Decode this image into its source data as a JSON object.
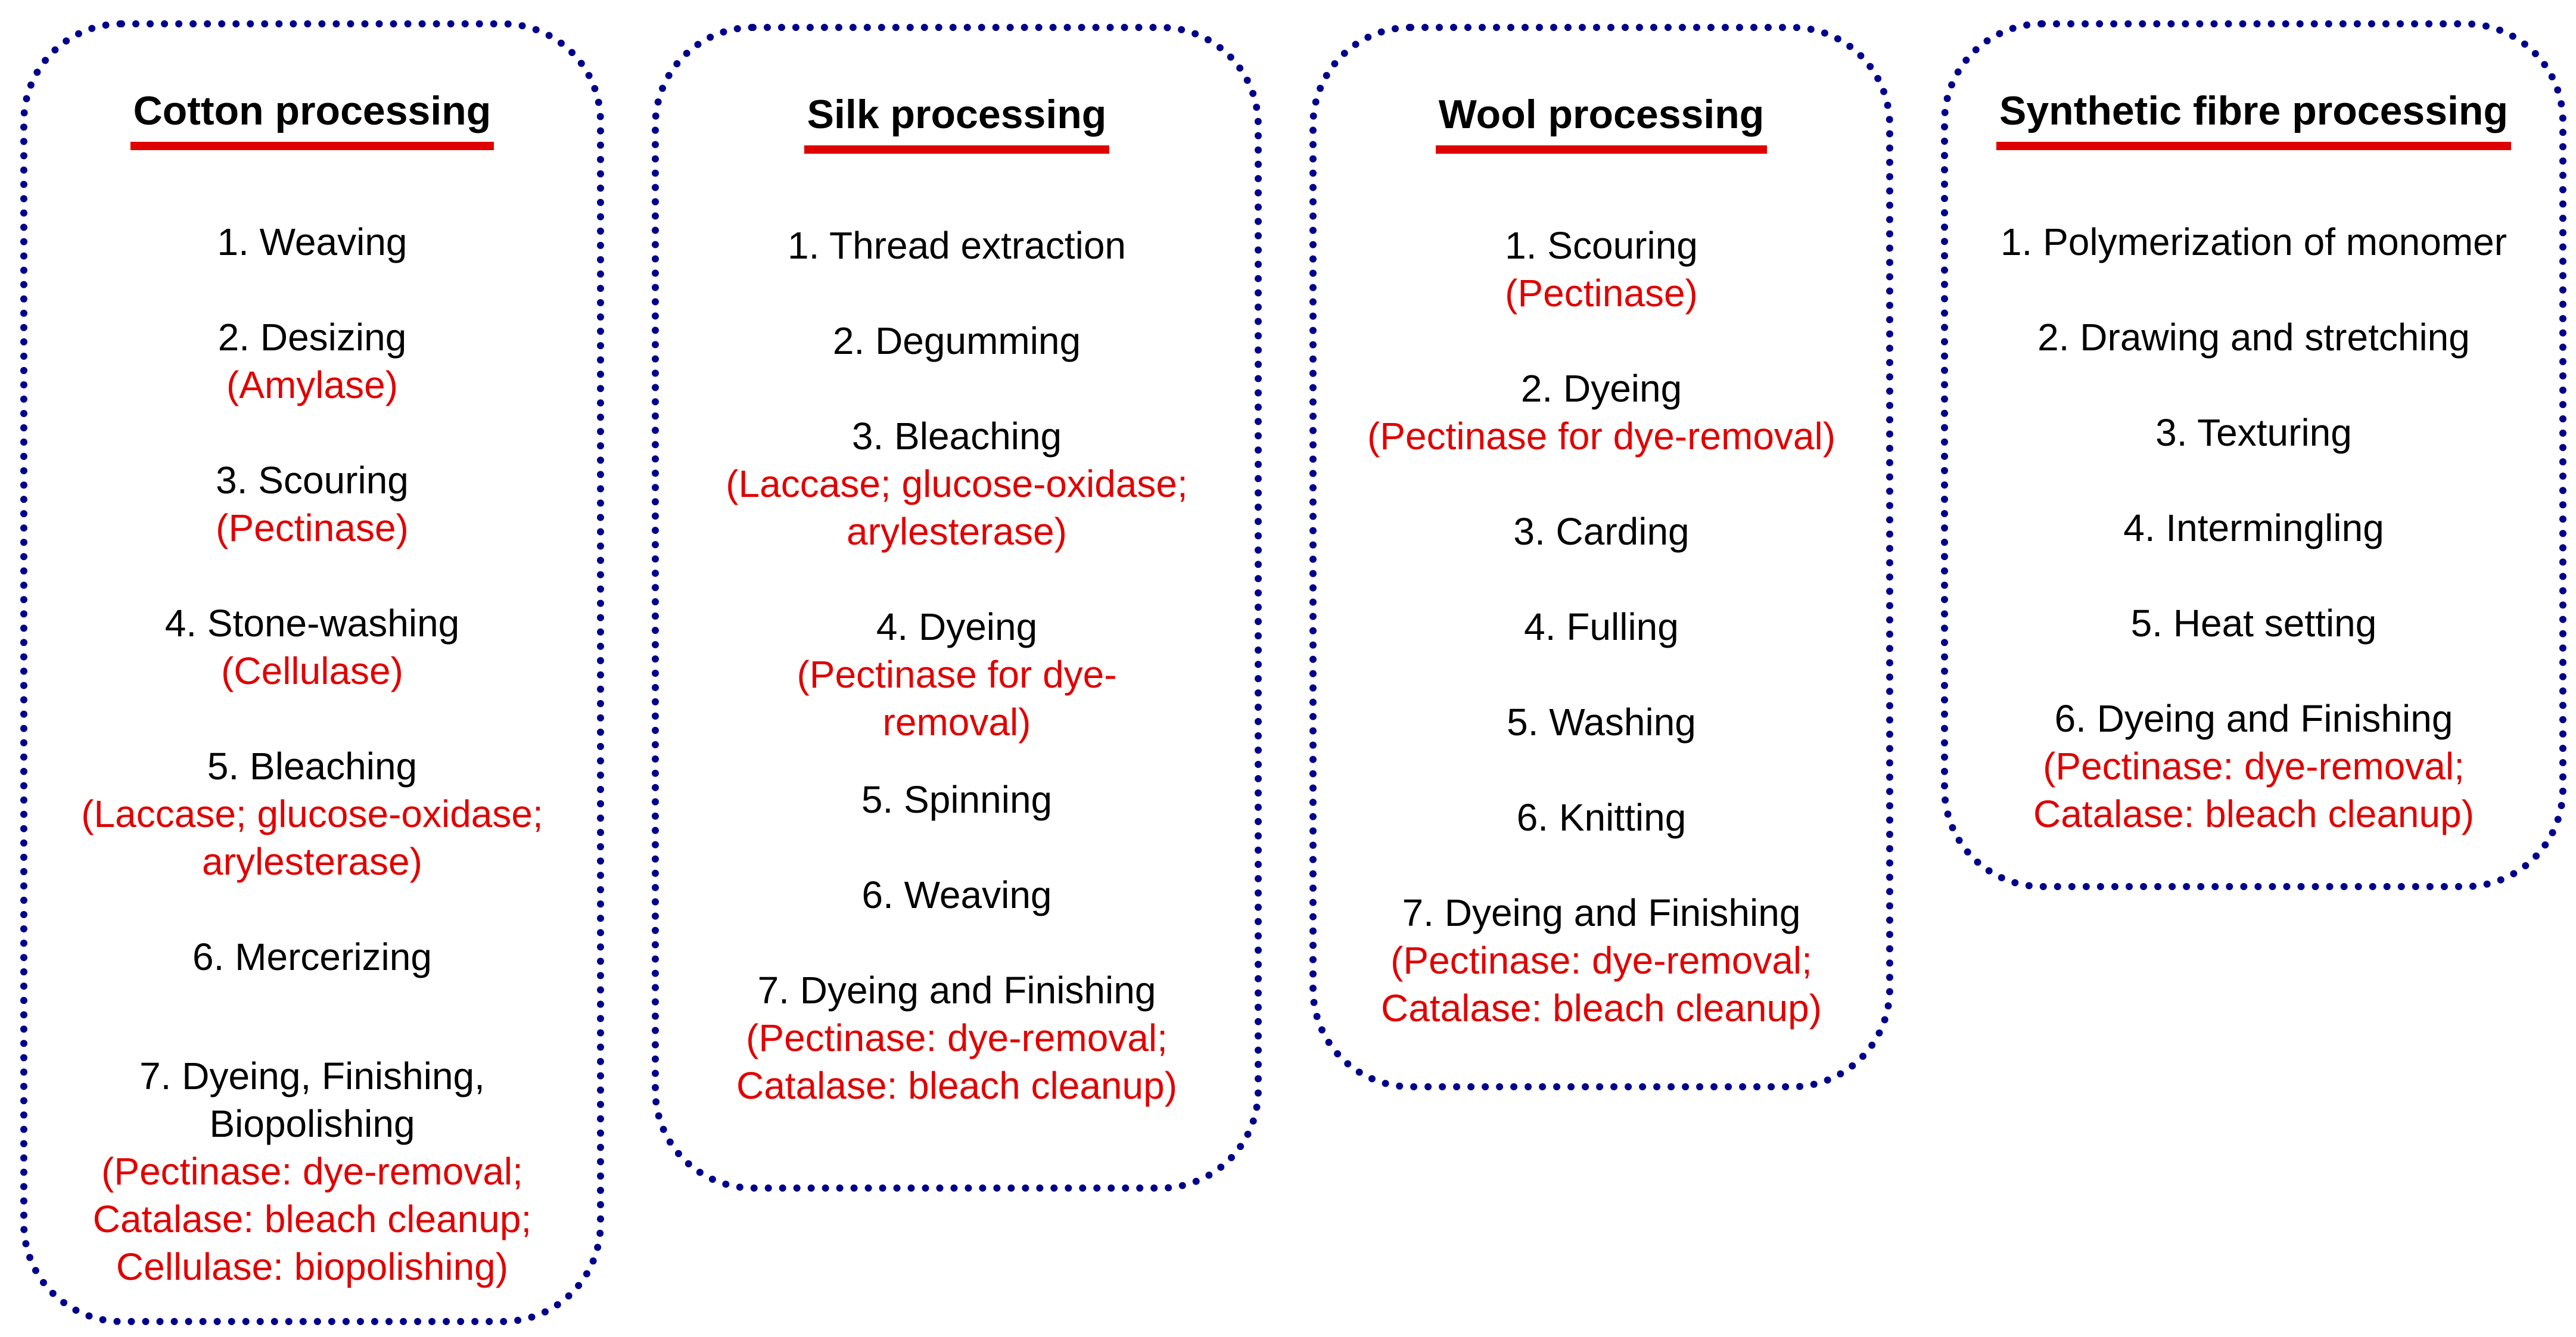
{
  "colors": {
    "border": "#00008B",
    "accent": "#E00000",
    "text": "#000000",
    "background": "#FFFFFF"
  },
  "panels": [
    {
      "title": "Cotton processing",
      "steps": [
        {
          "label": "1. Weaving",
          "enzyme": []
        },
        {
          "label": "2. Desizing",
          "enzyme": [
            "(Amylase)"
          ]
        },
        {
          "label": "3. Scouring",
          "enzyme": [
            "(Pectinase)"
          ]
        },
        {
          "label": "4. Stone-washing",
          "enzyme": [
            "(Cellulase)"
          ]
        },
        {
          "label": "5. Bleaching",
          "enzyme": [
            "(Laccase; glucose-oxidase;",
            "arylesterase)"
          ]
        },
        {
          "label": "6. Mercerizing",
          "enzyme": []
        },
        {
          "label": "7. Dyeing, Finishing,\nBiopolishing",
          "enzyme": [
            "(Pectinase: dye-removal;",
            "Catalase: bleach cleanup;",
            "Cellulase: biopolishing)"
          ]
        }
      ]
    },
    {
      "title": "Silk processing",
      "steps": [
        {
          "label": "1. Thread extraction",
          "enzyme": []
        },
        {
          "label": "2. Degumming",
          "enzyme": []
        },
        {
          "label": "3. Bleaching",
          "enzyme": [
            "(Laccase; glucose-oxidase;",
            "arylesterase)"
          ]
        },
        {
          "label": "4. Dyeing",
          "enzyme": [
            "(Pectinase for dye-",
            "removal)"
          ]
        },
        {
          "label": "5. Spinning",
          "enzyme": []
        },
        {
          "label": "6. Weaving",
          "enzyme": []
        },
        {
          "label": "7. Dyeing and Finishing",
          "enzyme": [
            "(Pectinase: dye-removal;",
            "Catalase: bleach cleanup)"
          ]
        }
      ]
    },
    {
      "title": "Wool processing",
      "steps": [
        {
          "label": "1. Scouring",
          "enzyme": [
            "(Pectinase)"
          ]
        },
        {
          "label": "2. Dyeing",
          "enzyme": [
            "(Pectinase for dye-removal)"
          ]
        },
        {
          "label": "3. Carding",
          "enzyme": []
        },
        {
          "label": "4. Fulling",
          "enzyme": []
        },
        {
          "label": "5. Washing",
          "enzyme": []
        },
        {
          "label": "6. Knitting",
          "enzyme": []
        },
        {
          "label": "7. Dyeing and Finishing",
          "enzyme": [
            "(Pectinase: dye-removal;",
            "Catalase: bleach cleanup)"
          ]
        }
      ]
    },
    {
      "title": "Synthetic fibre processing",
      "steps": [
        {
          "label": "1. Polymerization of monomer",
          "enzyme": []
        },
        {
          "label": "2. Drawing and stretching",
          "enzyme": []
        },
        {
          "label": "3. Texturing",
          "enzyme": []
        },
        {
          "label": "4. Intermingling",
          "enzyme": []
        },
        {
          "label": "5. Heat setting",
          "enzyme": []
        },
        {
          "label": "6. Dyeing and Finishing",
          "enzyme": [
            "(Pectinase: dye-removal;",
            "Catalase: bleach cleanup)"
          ]
        }
      ]
    }
  ]
}
